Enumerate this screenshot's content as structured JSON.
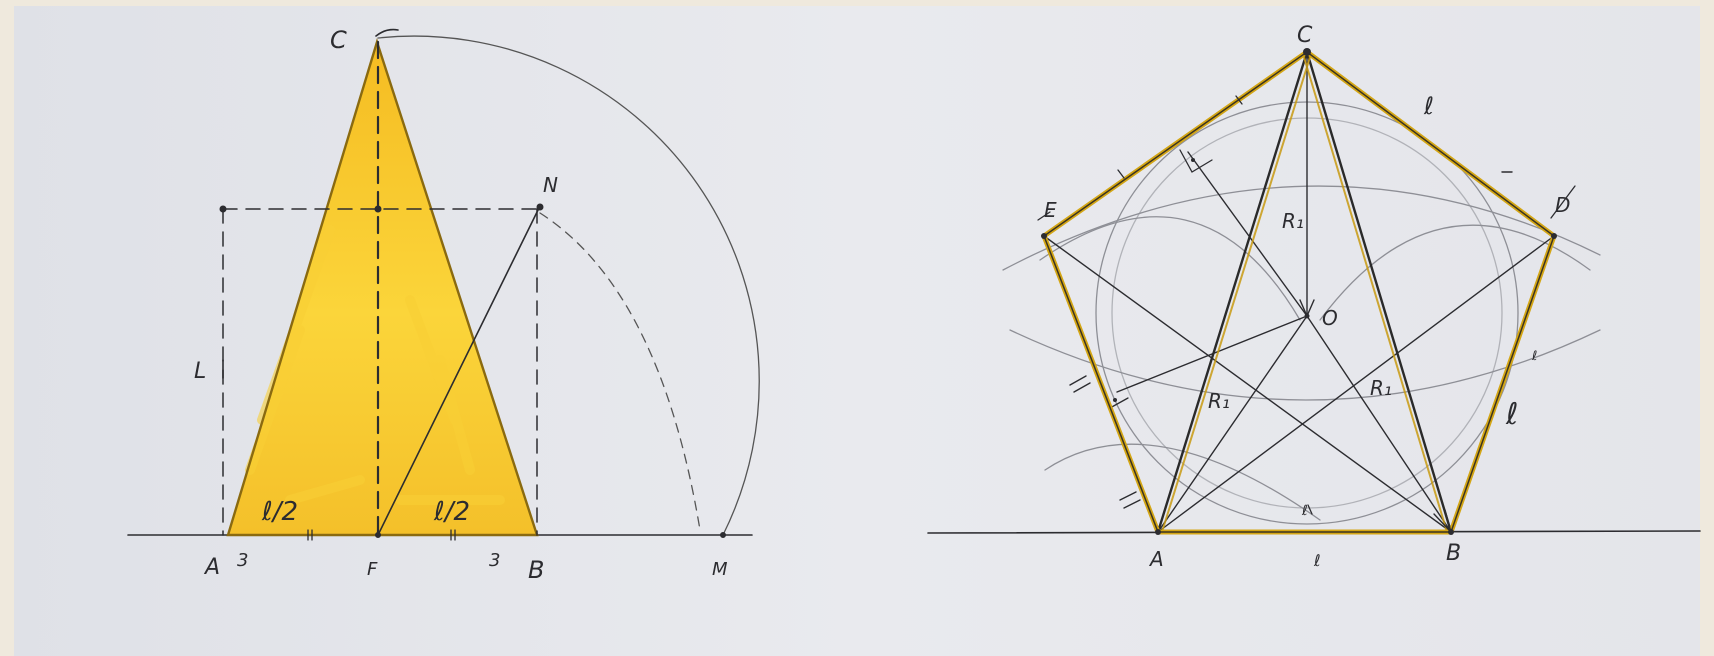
{
  "colors": {
    "paper": "#e6e7ec",
    "border": "#efe9dd",
    "pencil": "#2c2c30",
    "pencil_light": "#8e8f96",
    "fill_dark": "#f2b21a",
    "fill_light": "#fbd83a",
    "edge": "#c89a12"
  },
  "left_figure": {
    "points": {
      "A": "A",
      "B": "B",
      "C": "C",
      "F": "F",
      "M": "M",
      "N": "N"
    },
    "marks": {
      "side_height": "L",
      "half_left": "ℓ/2",
      "half_right": "ℓ/2",
      "num_left": "3",
      "num_right": "3"
    }
  },
  "right_figure": {
    "points": {
      "A": "A",
      "B": "B",
      "C": "C",
      "D": "D",
      "E": "E",
      "O": "O"
    },
    "marks": {
      "side_top": "ℓ",
      "side_right": "ℓ",
      "side_right_small": "ℓ",
      "side_bottom": "ℓ",
      "side_bottom_inner": "ℓ",
      "radius_top": "R₁",
      "radius_left": "R₁",
      "radius_right": "R₁"
    }
  }
}
